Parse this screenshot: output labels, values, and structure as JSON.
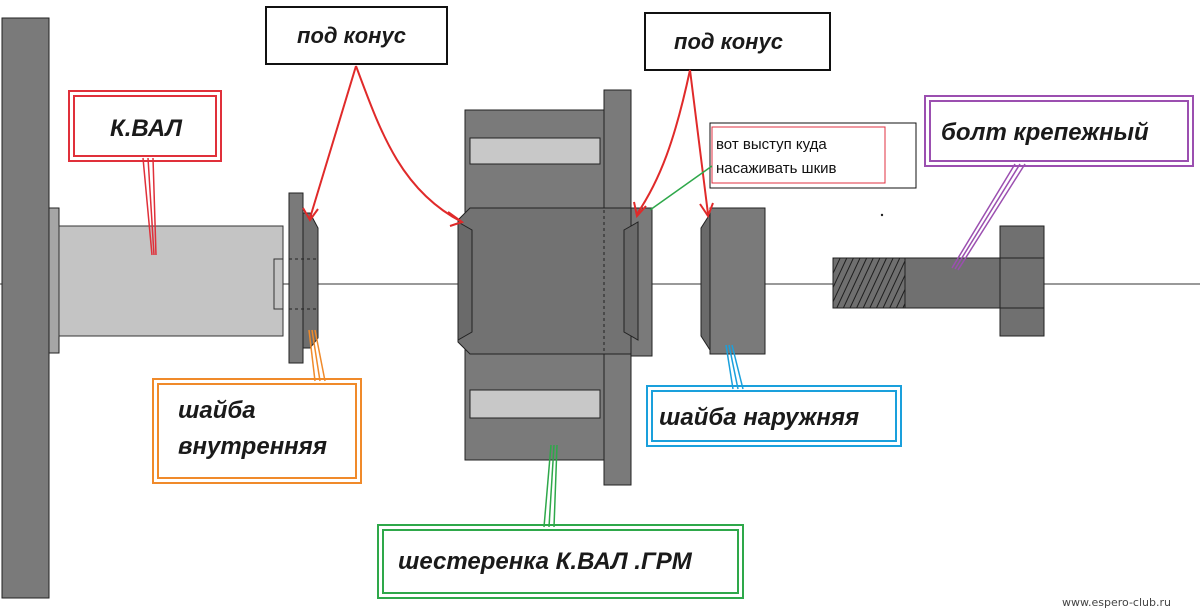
{
  "labels": {
    "crankshaft": "К.ВАЛ",
    "cone_left": "под конус",
    "cone_right": "под конус",
    "bolt": "болт крепежный",
    "inner_washer_line1": "шайба",
    "inner_washer_line2": "внутренняя",
    "outer_washer": "шайба наружняя",
    "gear": "шестеренка К.ВАЛ .ГРМ",
    "ledge_note_line1": "вот выступ куда",
    "ledge_note_line2": "насаживать шкив"
  },
  "watermark": "www.espero-club.ru",
  "colors": {
    "crankshaft": "#e0303a",
    "cone": "#e02a2a",
    "inner_washer": "#f08a2a",
    "outer_washer": "#1aa0dc",
    "gear": "#2ea84a",
    "bolt": "#9b4fb0",
    "ledge_note": "#e03040",
    "part_dark": "#7a7a7a",
    "part_light": "#c4c4c4"
  }
}
